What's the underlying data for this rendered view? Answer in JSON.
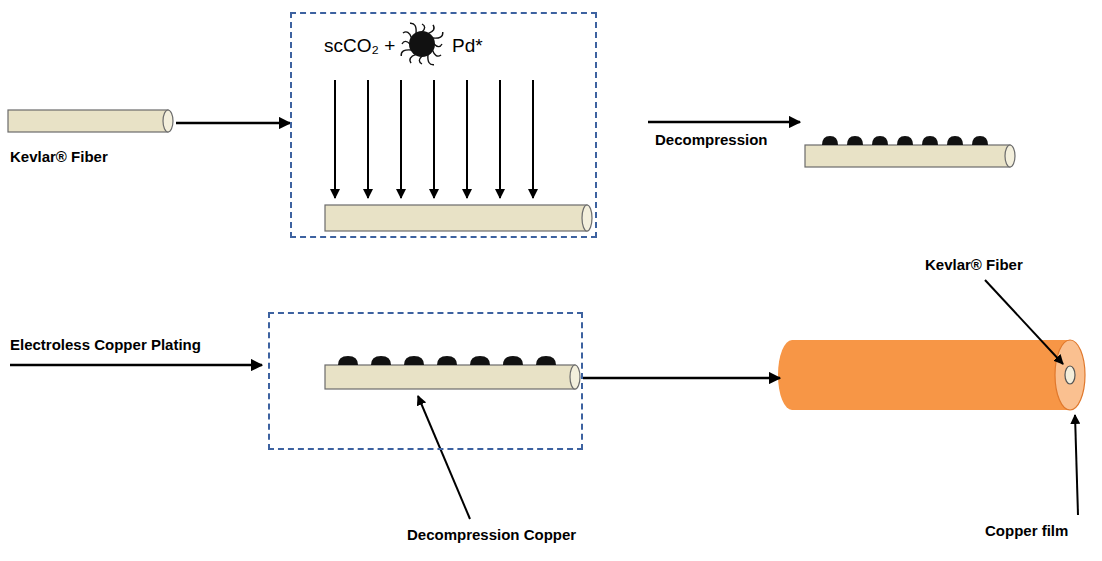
{
  "diagram": {
    "nodes": [
      {
        "text": [
          "Kevlar® Fiber"
        ]
      },
      {
        "text": [
          "scCO₂ +",
          "Pd*"
        ]
      },
      {
        "text": [
          "Decompression Copper"
        ]
      },
      {
        "text": [
          "Kevlar® Fiber",
          "Copper film"
        ]
      }
    ],
    "edges": [
      {
        "from": 0,
        "to": 1,
        "arrow": "to"
      },
      {
        "from": 2,
        "to": 3,
        "arrow": "to"
      }
    ],
    "labels": [
      "Decompression",
      "Electroless Copper Plating"
    ]
  }
}
